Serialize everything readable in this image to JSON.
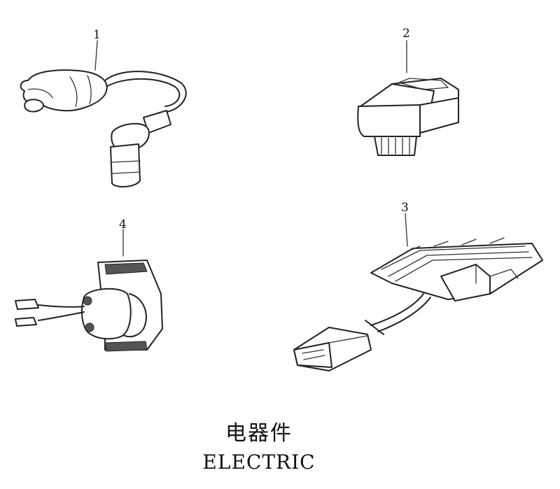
{
  "callouts": [
    "1",
    "2",
    "3",
    "4"
  ],
  "title_cn": "电器件",
  "title_en": "ELECTRIC"
}
